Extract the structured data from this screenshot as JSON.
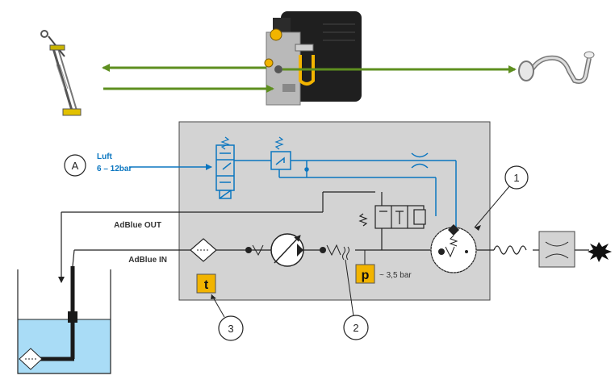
{
  "colors": {
    "blue": "#0b76c0",
    "green": "#5e8f1f",
    "grey_panel": "#d3d3d3",
    "yellow_box": "#f2b400",
    "water": "#a9dcf6"
  },
  "labels": {
    "air_title": "Luft",
    "air_pressure": "6 – 12bar",
    "adblue_out": "AdBlue OUT",
    "adblue_in": "AdBlue IN",
    "pressure_value": "~ 3,5 bar",
    "marker_a": "A",
    "callout_1": "1",
    "callout_2": "2",
    "callout_3": "3",
    "temp_sensor": "t",
    "pressure_sensor": "p"
  }
}
